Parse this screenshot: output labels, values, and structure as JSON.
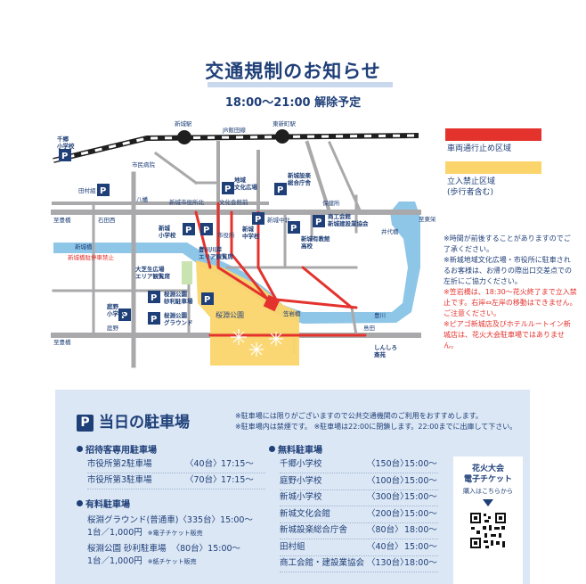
{
  "header": {
    "title": "交通規制のお知らせ",
    "subtitle": "18:00〜21:00 解除予定"
  },
  "legend": [
    {
      "label": "車両通行止め区域",
      "color": "#e4322d"
    },
    {
      "label": "立入禁止区域",
      "label2": "(歩行者含む)",
      "color": "#fbd56b"
    }
  ],
  "notes": [
    {
      "text": "※時間が前後することがありますのでご了承ください。",
      "color": "blue"
    },
    {
      "text": "※新城地域文化広場・市役所に駐車されるお客様は、お帰りの際出口交差点での左折にご協力ください。",
      "color": "blue"
    },
    {
      "text": "※笠岩橋は、18:30〜花火終了まで立入禁止です。右岸⇔左岸の移動はできません。ご注意ください。",
      "color": "red"
    },
    {
      "text": "※ピアゴ新城店及びホテルルートイン新城店は、花火大会駐車場ではありません。",
      "color": "red"
    }
  ],
  "map": {
    "colors": {
      "road": "#a9a9ab",
      "river": "#8ec6e8",
      "closure": "#e4322d",
      "restricted": "#fbd56b",
      "park": "#c9e3b1",
      "label": "#1f3f78"
    },
    "labels": {
      "station_shinshiro": "新城駅",
      "station_higashi": "東新町駅",
      "rail_line": "JR飯田線",
      "senmen_school": "千郷\n小学校",
      "city_hospital": "市民病院",
      "tahara": "田村組",
      "hachiman": "八幡",
      "shiyakusho_kita": "新城市役所北",
      "bunka_kaikan_mae": "文化会館前",
      "shiro_tamachi": "石田西",
      "shizenbashi": "至豊橋",
      "shinshiro_school": "新城\n小学校",
      "city_hall": "市役所",
      "bunka_plaza": "地域\n文化広場",
      "shinshiro_jh": "新城\n中学校",
      "setsubi": "新城設楽\n総合庁舎",
      "hokenjo": "保健所",
      "shinshiro_naka": "新城中北",
      "shoko_kaikan": "商工会館\n新城建設業協会",
      "yuba": "新城有教館\n高校",
      "to_tokyo": "至東栄",
      "ide_bashi": "井代橋",
      "shinshiro_bridge": "新城橋",
      "no_parking_bridge": "新城橋駐停車禁止",
      "toyokawa_river_area": "豊川川岸\nエリア観覧席",
      "taisho_area": "大芝生広場\nエリア観覧席",
      "sakurabuchi_parking": "桜淵公園\n砂利駐車場",
      "sakurabuchi_ground": "桜淵公園\nグラウンド",
      "sakurabuchi_park": "桜淵公園",
      "kasaiwa_bridge": "笠岩橋",
      "toyokawa": "豊川",
      "niwano_school": "庭野\n小学校",
      "niwano": "庭野",
      "shimada": "島田",
      "to_toyohashi2": "至豊橋",
      "shinshiro_shika": "しんしろ\n斎苑"
    }
  },
  "parking": {
    "title": "当日の駐車場",
    "note1": "※駐車場には限りがございますので公共交通機関のご利用をおすすめします。",
    "note2": "※駐車場内は禁煙です。 ※駐車場は22:00に閉鎖します。22:00までに出庫して下さい。",
    "invited": {
      "heading": "招待客専用駐車場",
      "rows": [
        {
          "name": "市役所第2駐車場",
          "cap": "〈40台〉",
          "time": "17:15〜"
        },
        {
          "name": "市役所第3駐車場",
          "cap": "〈70台〉",
          "time": "17:15〜"
        }
      ]
    },
    "paid": {
      "heading": "有料駐車場",
      "rows": [
        {
          "name": "桜淵グラウンド(普通車)",
          "cap": "〈335台〉",
          "time": "15:00〜",
          "price": "1台／1,000円",
          "note": "※電子チケット販売"
        },
        {
          "name": "桜淵公園 砂利駐車場",
          "cap": "〈80台〉",
          "time": "15:00〜",
          "price": "1台／1,000円",
          "note": "※紙チケット販売"
        }
      ]
    },
    "free": {
      "heading": "無料駐車場",
      "rows": [
        {
          "name": "千郷小学校",
          "cap": "〈150台〉",
          "time": "15:00〜"
        },
        {
          "name": "庭野小学校",
          "cap": "〈100台〉",
          "time": "15:00〜"
        },
        {
          "name": "新城小学校",
          "cap": "〈300台〉",
          "time": "15:00〜"
        },
        {
          "name": "新城文化会館",
          "cap": "〈200台〉",
          "time": "15:00〜"
        },
        {
          "name": "新城設楽総合庁舎",
          "cap": "〈80台〉",
          "time": "18:00〜"
        },
        {
          "name": "田村組",
          "cap": "〈40台〉",
          "time": "15:00〜"
        },
        {
          "name": "商工会館・建設業協会",
          "cap": "〈130台〉",
          "time": "18:00〜"
        }
      ]
    },
    "ticket": {
      "title": "花火大会\n電子チケット",
      "sub": "購入はこちらから",
      "icon": "qr-code-icon"
    }
  }
}
